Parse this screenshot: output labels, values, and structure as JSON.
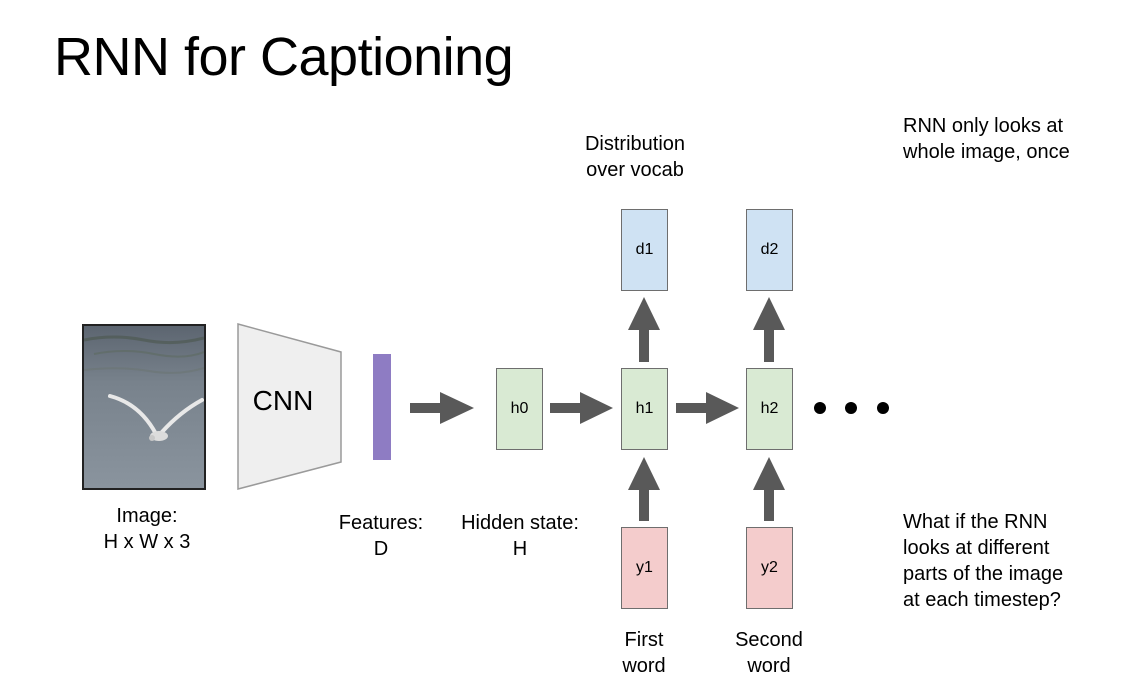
{
  "title": "RNN for Captioning",
  "colors": {
    "hidden_fill": "#d9ead3",
    "output_fill": "#cfe2f3",
    "input_fill": "#f4cccc",
    "feature_bar": "#8e7cc3",
    "cnn_fill": "#efefef",
    "arrow": "#595959"
  },
  "image_block": {
    "icon": "bird-photo",
    "label_line1": "Image:",
    "label_line2": "H x W x 3"
  },
  "cnn": {
    "label": "CNN"
  },
  "features": {
    "label_line1": "Features:",
    "label_line2": "D"
  },
  "hidden_state": {
    "label_line1": "Hidden state:",
    "label_line2": "H"
  },
  "nodes": {
    "h0": "h0",
    "h1": "h1",
    "h2": "h2",
    "d1": "d1",
    "d2": "d2",
    "y1": "y1",
    "y2": "y2"
  },
  "distribution": {
    "line1": "Distribution",
    "line2": "over vocab"
  },
  "words": {
    "first_line1": "First",
    "first_line2": "word",
    "second_line1": "Second",
    "second_line2": "word"
  },
  "notes": {
    "top": [
      "RNN only looks at",
      "whole image, once"
    ],
    "bottom": [
      "What if the RNN",
      "looks at different",
      "parts of the image",
      "at each timestep?"
    ]
  }
}
